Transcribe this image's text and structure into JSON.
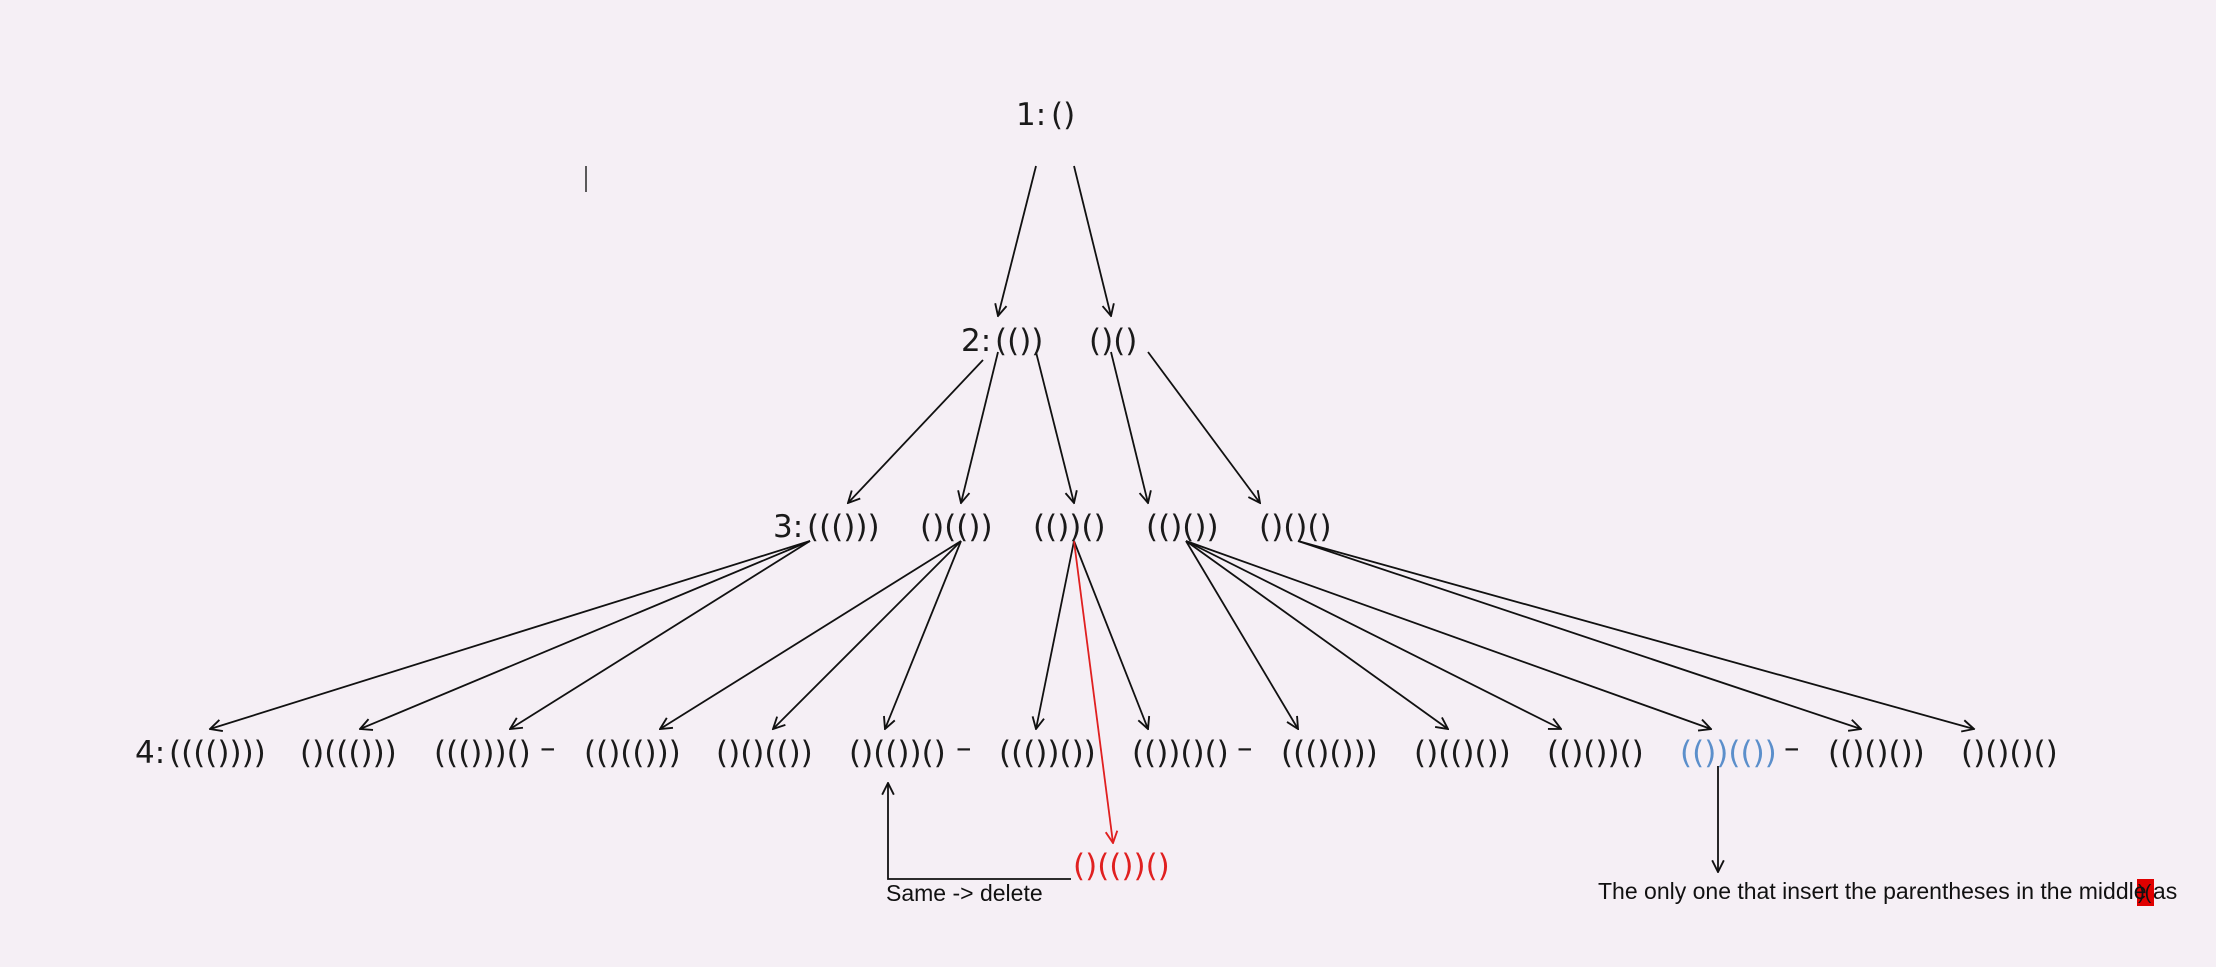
{
  "levels": {
    "l1": "1:",
    "l2": "2:",
    "l3": "3:",
    "l4": "4:"
  },
  "nodes": {
    "n1": "()",
    "n2a": "(())",
    "n2b": "()()",
    "n3a": "((()))",
    "n3b": "()(())",
    "n3c": "(())()",
    "n3d": "(()())",
    "n3e": "()()()",
    "n4_01": "(((())))",
    "n4_02": "()((()))",
    "n4_03": "((()))()",
    "n4_04": "(()(()))",
    "n4_05": "()()(())",
    "n4_06": "()(())()",
    "n4_07": "((())())",
    "n4_08": "(())()()",
    "n4_09": "((()()))",
    "n4_10": "()(()())",
    "n4_11": "(()())()",
    "n4_12": "(())(())",
    "n4_13": "(()()())",
    "n4_14": "()()()()",
    "dup": "()(())()"
  },
  "separators": {
    "s1": "–",
    "s2": "–",
    "s3": "–",
    "s4": "–"
  },
  "annotations": {
    "delete_note": "Same -> delete",
    "middle_note": "The only one that insert the parentheses in the middle as",
    "highlight": ")("
  },
  "colors": {
    "background": "#f5eff5",
    "default_text": "#1a1a1a",
    "duplicate_red": "#e02020",
    "special_blue": "#5b8fcb",
    "highlight_box": "#e00000"
  }
}
